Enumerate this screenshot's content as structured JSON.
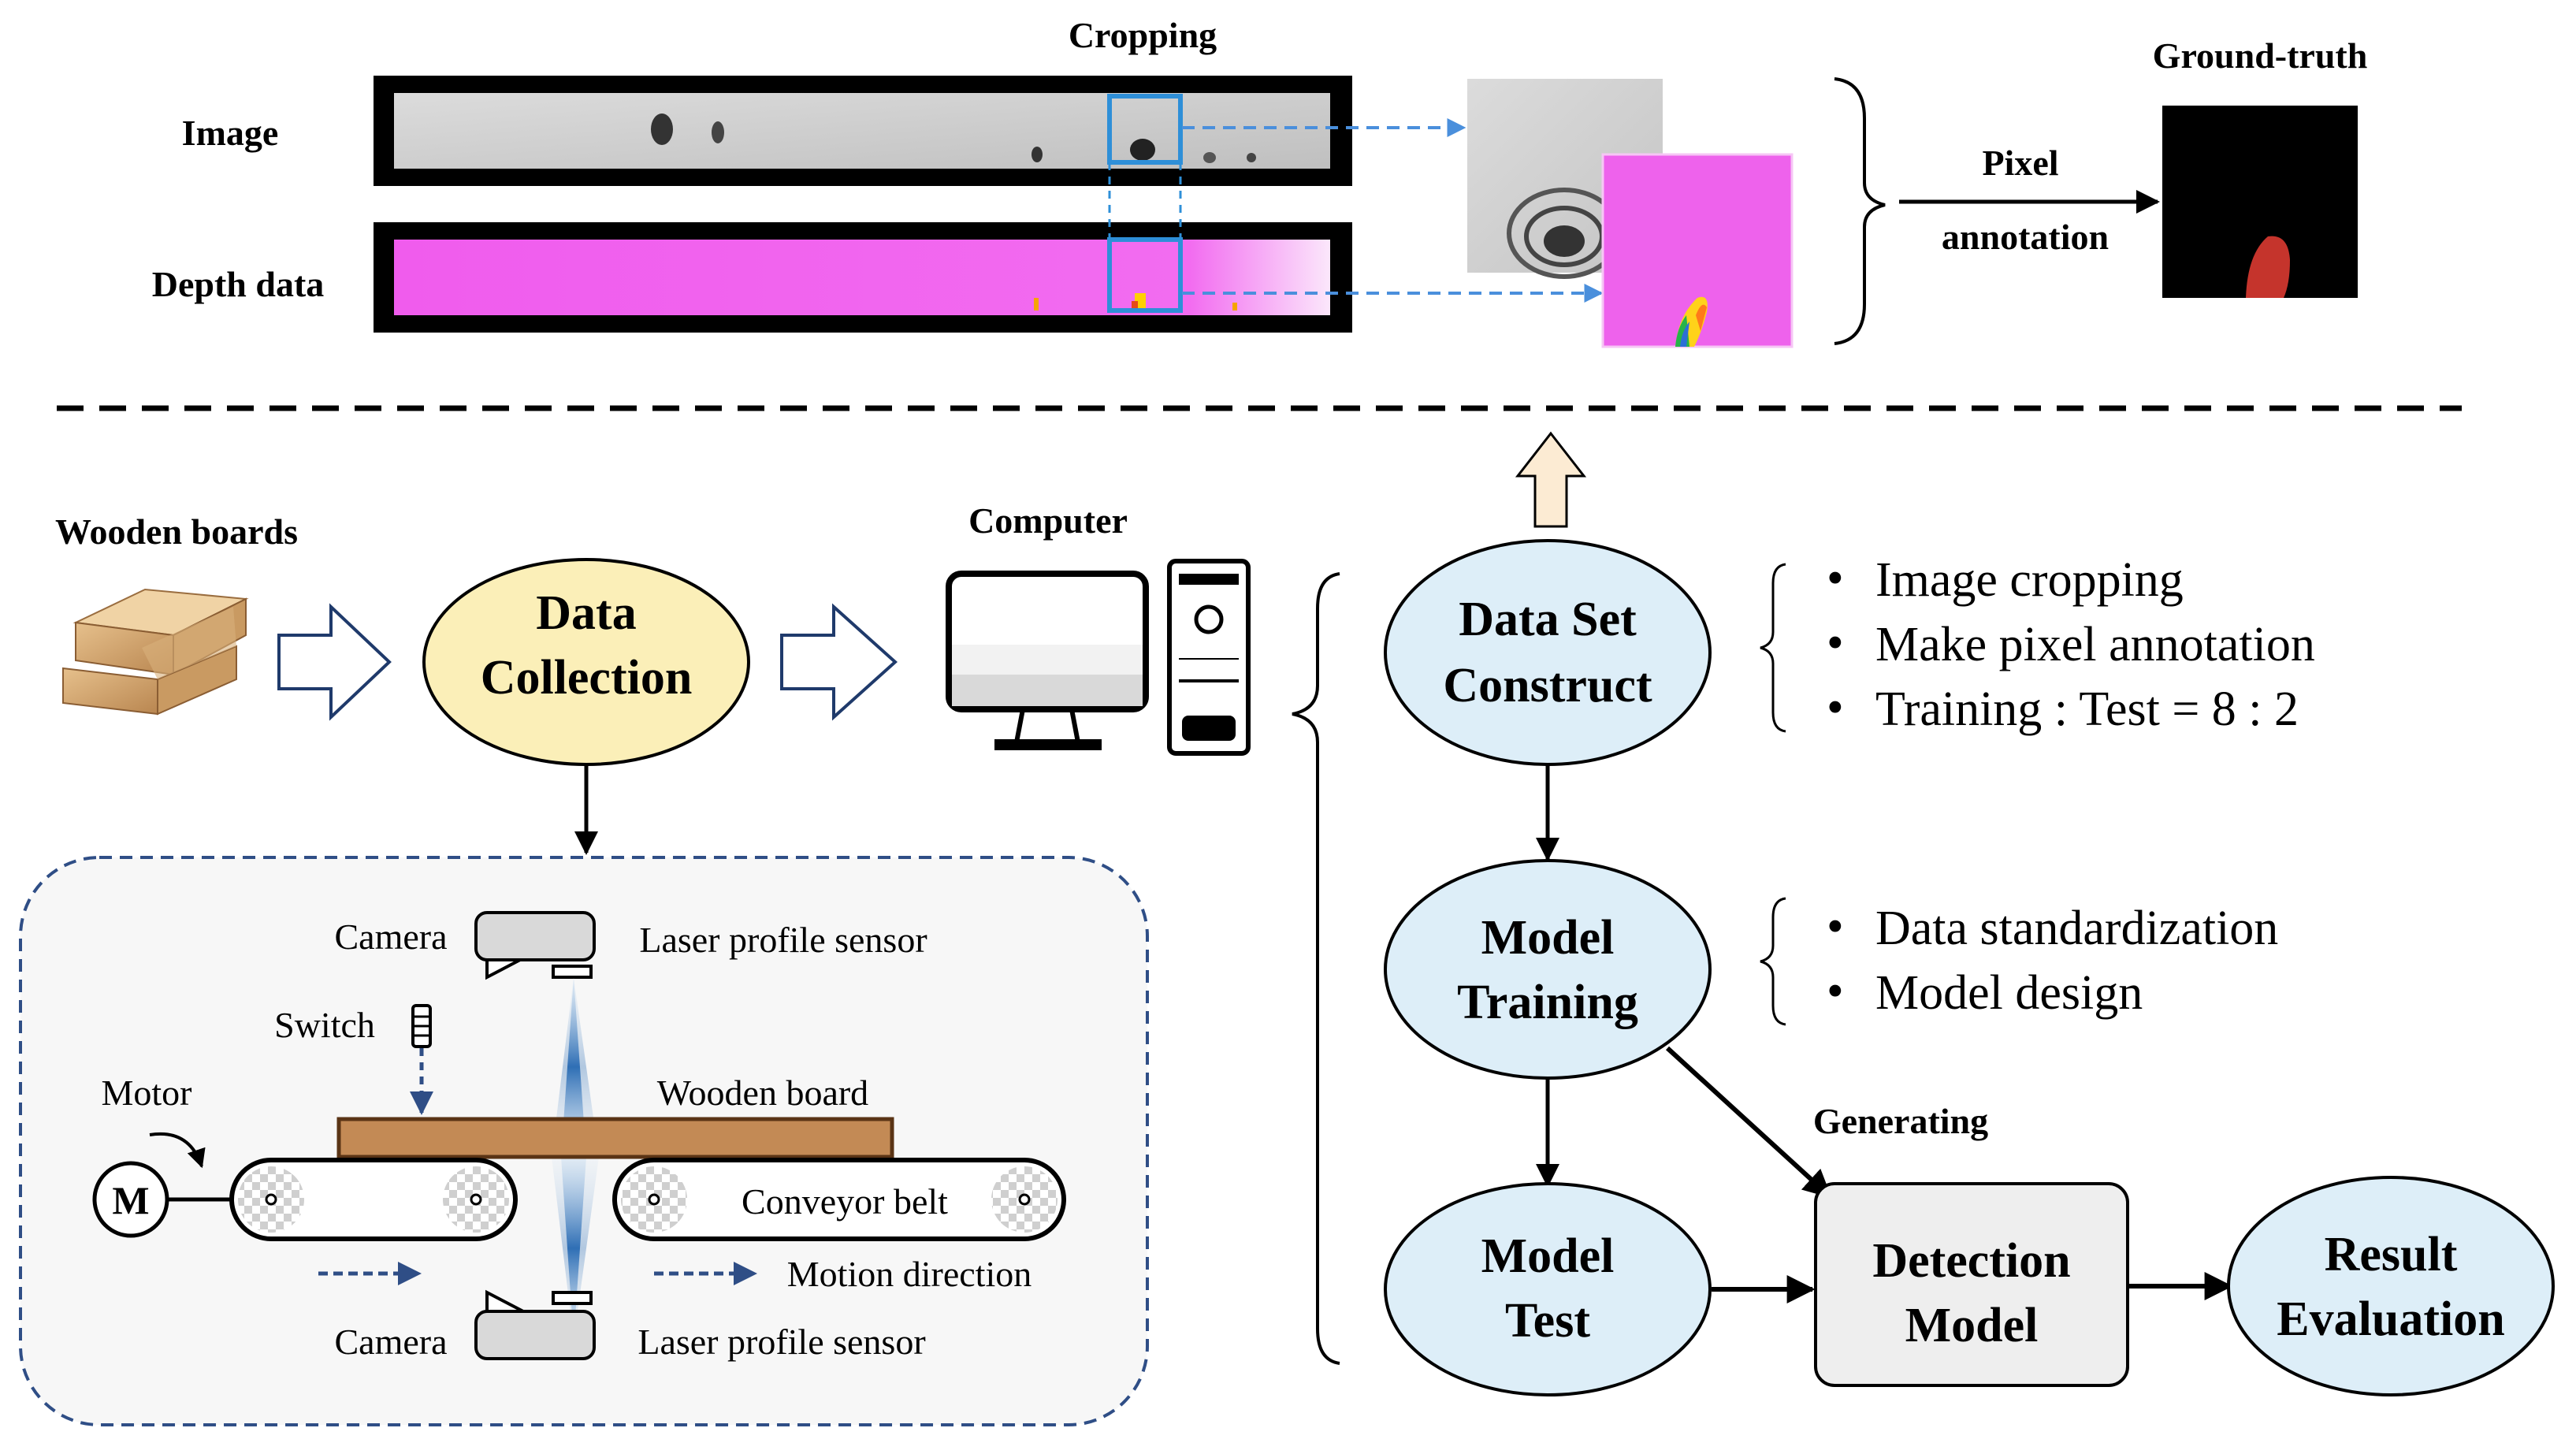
{
  "top": {
    "cropping": "Cropping",
    "image_label": "Image",
    "depth_label": "Depth data",
    "pixel": "Pixel",
    "annotation": "annotation",
    "ground_truth": "Ground-truth"
  },
  "inputs": {
    "wooden_boards": "Wooden boards",
    "computer": "Computer"
  },
  "nodes": {
    "data_collection_1": "Data",
    "data_collection_2": "Collection",
    "data_set_1": "Data Set",
    "data_set_2": "Construct",
    "model_training_1": "Model",
    "model_training_2": "Training",
    "model_test_1": "Model",
    "model_test_2": "Test",
    "detection_1": "Detection",
    "detection_2": "Model",
    "result_1": "Result",
    "result_2": "Evaluation",
    "generating": "Generating"
  },
  "notes": {
    "dataset_bullets": [
      "Image cropping",
      "Make pixel annotation",
      "Training : Test = 8 : 2"
    ],
    "training_bullets": [
      "Data standardization",
      "Model design"
    ]
  },
  "setup": {
    "camera_top": "Camera",
    "laser_top": "Laser profile sensor",
    "switch": "Switch",
    "motor": "Motor",
    "wooden_board": "Wooden board",
    "motor_letter": "M",
    "conveyor": "Conveyor belt",
    "motion": "Motion direction",
    "camera_bottom": "Camera",
    "laser_bottom": "Laser profile sensor"
  },
  "colors": {
    "flow_ellipse": "#ddeef8",
    "collection_ellipse": "#fbefb8",
    "board": "#c38a55",
    "depth_magenta": "#f25ff0",
    "dashed_arrow": "#4a8fdc",
    "up_arrow": "#fcebd3"
  }
}
